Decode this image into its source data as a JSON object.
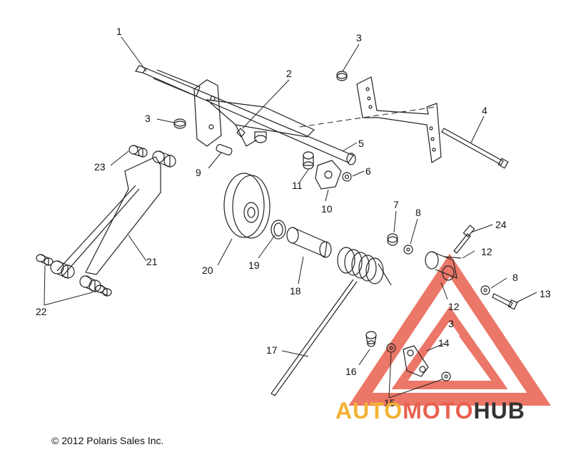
{
  "callouts": [
    "1",
    "2",
    "3",
    "3",
    "4",
    "5",
    "6",
    "7",
    "8",
    "8",
    "9",
    "10",
    "11",
    "12",
    "12",
    "13",
    "14",
    "15",
    "16",
    "17",
    "18",
    "19",
    "20",
    "21",
    "22",
    "23",
    "24",
    "3"
  ],
  "copyright": "© 2012 Polaris Sales Inc.",
  "watermark": {
    "auto": "AUTO",
    "moto": "MOTO",
    "hub": "HUB"
  },
  "colors": {
    "line": "#222222",
    "watermark_red": "#e8604e",
    "watermark_yellow": "#f2b233",
    "watermark_dark": "#333333"
  }
}
